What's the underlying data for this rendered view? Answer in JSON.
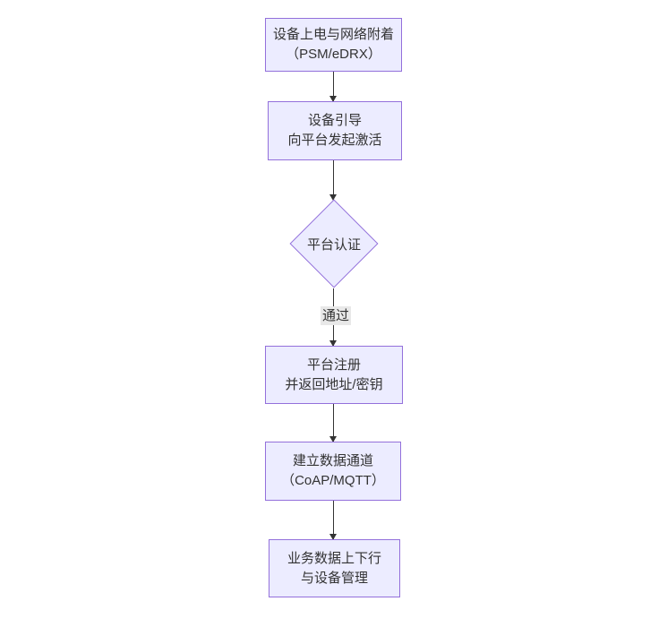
{
  "flowchart": {
    "type": "flowchart-top-down",
    "colors": {
      "node_fill": "#ECECFF",
      "node_border": "#9370DB",
      "text": "#333333",
      "edge_line": "#333333",
      "edge_label_bg": "#e8e8e8",
      "background": "#ffffff"
    },
    "nodes": [
      {
        "id": "device-power-attach",
        "type": "rect",
        "lines": [
          "设备上电与网络附着",
          "（PSM/eDRX）"
        ]
      },
      {
        "id": "device-bootstrap",
        "type": "rect",
        "lines": [
          "设备引导",
          "向平台发起激活"
        ]
      },
      {
        "id": "platform-auth",
        "type": "diamond",
        "lines": [
          "平台认证"
        ]
      },
      {
        "id": "platform-register",
        "type": "rect",
        "lines": [
          "平台注册",
          "并返回地址/密钥"
        ]
      },
      {
        "id": "data-channel",
        "type": "rect",
        "lines": [
          "建立数据通道",
          "（CoAP/MQTT）"
        ]
      },
      {
        "id": "business-data",
        "type": "rect",
        "lines": [
          "业务数据上下行",
          "与设备管理"
        ]
      }
    ],
    "edges": [
      {
        "from": "device-power-attach",
        "to": "device-bootstrap",
        "label": ""
      },
      {
        "from": "device-bootstrap",
        "to": "platform-auth",
        "label": ""
      },
      {
        "from": "platform-auth",
        "to": "platform-register",
        "label": "通过"
      },
      {
        "from": "platform-register",
        "to": "data-channel",
        "label": ""
      },
      {
        "from": "data-channel",
        "to": "business-data",
        "label": ""
      }
    ]
  }
}
